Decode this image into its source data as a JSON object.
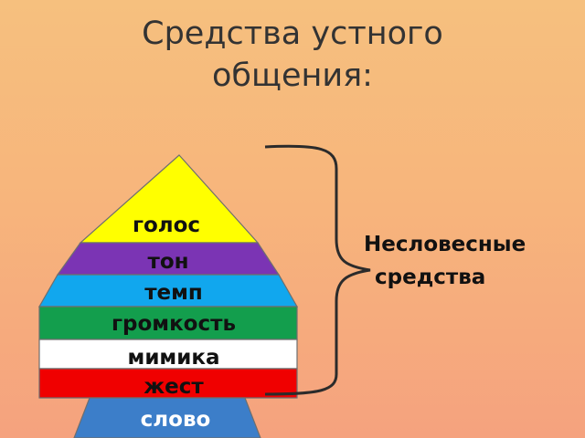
{
  "title": {
    "line1": "Средства устного",
    "line2": "общения:"
  },
  "pyramid": {
    "levels": [
      {
        "label": "голос",
        "color": "#ffff00",
        "text_color": "#111111"
      },
      {
        "label": "тон",
        "color": "#7b34b4",
        "text_color": "#111111"
      },
      {
        "label": "темп",
        "color": "#11a7ee",
        "text_color": "#111111"
      },
      {
        "label": "громкость",
        "color": "#139e4d",
        "text_color": "#111111"
      },
      {
        "label": "мимика",
        "color": "#ffffff",
        "text_color": "#111111"
      },
      {
        "label": "жест",
        "color": "#f00000",
        "text_color": "#111111"
      },
      {
        "label": "слово",
        "color": "#3c7ec9",
        "text_color": "#ffffff"
      }
    ]
  },
  "side_label": {
    "line1": "Несловесные",
    "line2": "средства"
  }
}
